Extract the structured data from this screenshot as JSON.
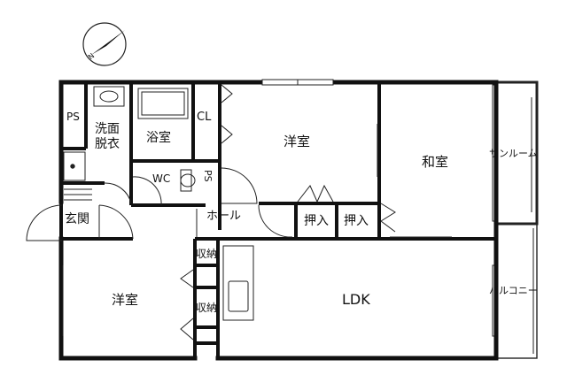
{
  "compass": {
    "north_label": "N"
  },
  "rooms": {
    "ps_left": "PS",
    "washroom": "洗面\n脱衣",
    "bath": "浴室",
    "closet": "CL",
    "western_north": "洋室",
    "japanese": "和室",
    "sunroom": "サンルーム",
    "wc": "WC",
    "ps_center": "PS",
    "entrance": "玄関",
    "hall": "ホール",
    "oshiire_1": "押入",
    "oshiire_2": "押入",
    "storage_1": "収納",
    "storage_2": "収納",
    "western_south": "洋室",
    "ldk": "LDK",
    "balcony": "バルコニー"
  }
}
